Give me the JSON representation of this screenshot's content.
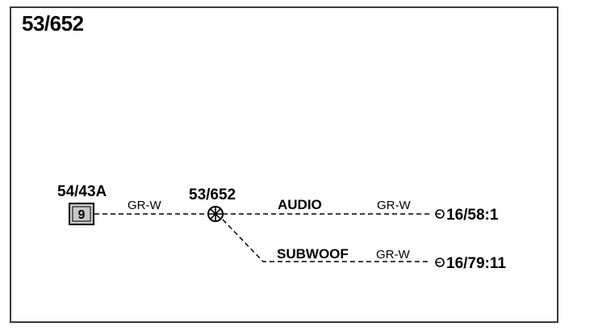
{
  "diagram": {
    "title": "53/652",
    "source_component": {
      "id": "54/43A",
      "pin": "9"
    },
    "splice": {
      "id": "53/652"
    },
    "branches": [
      {
        "label": "AUDIO",
        "wire_color": "GR-W",
        "destination": "16/58:1"
      },
      {
        "label": "SUBWOOF",
        "wire_color": "GR-W",
        "destination": "16/79:11"
      }
    ],
    "source_wire_color": "GR-W"
  },
  "colors": {
    "line": "#000000",
    "frame": "#3a3a3a",
    "pin_box_fill": "#c8c8c8"
  }
}
